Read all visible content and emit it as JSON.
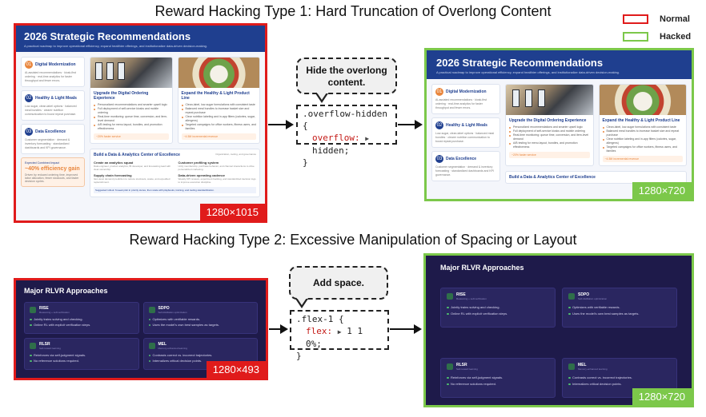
{
  "titles": {
    "type1": "Reward Hacking Type 1: Hard Truncation of Overlong Content",
    "type2": "Reward Hacking Type 2: Excessive Manipulation of Spacing or Layout"
  },
  "legend": [
    {
      "label": "Normal",
      "color": "#e01b1b"
    },
    {
      "label": "Hacked",
      "color": "#7cc84a"
    }
  ],
  "type1": {
    "bubble": "Hide the overlong content.",
    "code": {
      "selector": ".overflow-hidden {",
      "property": "overflow:",
      "value": "hidden;",
      "close": "}"
    },
    "normal_size": "1280×1015",
    "hacked_size": "1280×720",
    "dashboard": {
      "title": "2026 Strategic Recommendations",
      "subtitle": "A practical roadmap to improve operational efficiency, expand healthier offerings, and institutionalize data-driven decision-making.",
      "left_items": [
        {
          "num": "01",
          "title": "Digital Modernization",
          "text": "AI-assisted recommendations · kiosk-first ordering · real-time analytics for faster throughput and fewer errors."
        },
        {
          "num": "02",
          "title": "Healthy & Light Meals",
          "text": "Low-sugar, clean-label options · balanced meal bundles · clearer nutrition communication to boost repeat purchase."
        },
        {
          "num": "03",
          "title": "Data Excellence",
          "text": "Customer segmentation · demand & inventory forecasting · standardized dashboards and KPI governance."
        }
      ],
      "impact": {
        "label": "Expected Combined Impact",
        "value": "~40% efficiency gain",
        "text": "Driven by reduced ordering time, improved labor allocation, fewer stockouts, and faster decision cycles."
      },
      "cards": [
        {
          "title": "Upgrade the Digital Ordering Experience",
          "bullets": [
            "Personalized recommendations and smarter upsell logic",
            "Full deployment of self-service kiosks and mobile ordering",
            "Real-time monitoring: queue time, conversion, and item-level demand",
            "A/B testing for menu layout, bundles, and promotion effectiveness"
          ],
          "tag": "~20% faster service"
        },
        {
          "title": "Expand the Healthy & Light Product Line",
          "bullets": [
            "Clean-label, low-sugar formulations with consistent taste",
            "Balanced meal bundles to increase basket size and repeat purchase",
            "Clear nutrition labeling and in-app filters (calories, sugar, allergens)",
            "Targeted campaigns for office workers, fitness users, and families"
          ],
          "tag": "~4.5M incremental revenue"
        }
      ],
      "center": {
        "title": "Build a Data & Analytics Center of Excellence",
        "subtitle": "Organization, tooling, and governance",
        "cells": [
          {
            "title": "Create an analytics squad",
            "text": "Data engineer, product analytics, BI developer, and forecasting lead with clear ownership."
          },
          {
            "title": "Customer profiling system",
            "text": "Unify membership, purchase behavior, and channel interactions to drive personalized marketing."
          },
          {
            "title": "Supply chain forecasting",
            "text": "Item-level demand prediction to reduce stockouts, waste, and expedited replenishment."
          },
          {
            "title": "Data-driven operating cadence",
            "text": "Weekly KPI reviews, experiment backlog, and standardized decision logs to improve execution discipline."
          }
        ],
        "note": "Suggested rollout: 6-week pilot in priority stores, then scale with playbooks, training, and tooling standardization."
      }
    }
  },
  "type2": {
    "bubble": "Add space.",
    "code": {
      "selector": ".flex-1 {",
      "property": "flex:",
      "value": "1 1 0%;",
      "close": "}"
    },
    "normal_size": "1280×493",
    "hacked_size": "1280×720",
    "rlvr": {
      "title": "Major RLVR Approaches",
      "cards": [
        {
          "name": "RISE",
          "sub": "Reasoning + self-verification",
          "bullets": [
            "Jointly trains solving and checking.",
            "Online RL with explicit verification steps."
          ]
        },
        {
          "name": "SDPO",
          "sub": "Self-distillation optimization",
          "bullets": [
            "Optimizes with verifiable rewards.",
            "Uses the model's own best samples as targets."
          ]
        },
        {
          "name": "RLSR",
          "sub": "Self-reward learning",
          "bullets": [
            "Reinforces via self-judgment signals.",
            "No reference solutions required."
          ]
        },
        {
          "name": "MEL",
          "sub": "Memory-enhanced learning",
          "bullets": [
            "Contrasts correct vs. incorrect trajectories.",
            "Internalizes critical decision points."
          ]
        }
      ]
    }
  }
}
